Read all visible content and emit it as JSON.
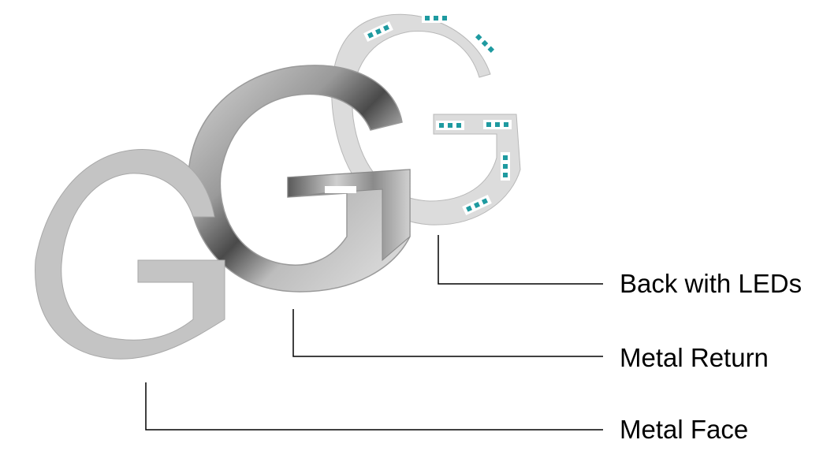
{
  "diagram": {
    "letter": "G",
    "labels": [
      {
        "id": "back",
        "text": "Back with LEDs"
      },
      {
        "id": "return",
        "text": "Metal Return"
      },
      {
        "id": "face",
        "text": "Metal Face"
      }
    ],
    "colors": {
      "back_plate": "#dcdcdc",
      "led": "#1e9aa0",
      "led_strip": "#ffffff",
      "metal_light": "#c8c8c8",
      "metal_dark": "#4a4a4a",
      "face": "#c2c2c2",
      "leader_line": "#000000"
    }
  }
}
